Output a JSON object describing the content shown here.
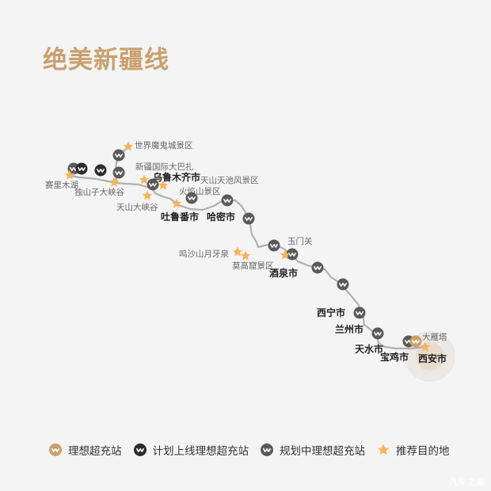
{
  "title": "绝美新疆线",
  "colors": {
    "title": "#c9a06c",
    "route": "#b0b0b0",
    "ideal_station": "#c9a06c",
    "planned_online_station": "#2c2c2c",
    "planning_station": "#5a5a5a",
    "destination_star": "#f8b35a",
    "xian_highlight": "#eadccb"
  },
  "places": {
    "sailimu_lake": "赛里木湖",
    "dushanzi_canyon": "独山子大峡谷",
    "devil_city": "世界魔鬼城景区",
    "xinjiang_bazaar": "新疆国际大巴扎",
    "urumqi": "乌鲁木齐市",
    "tianchi": "天山天池风景区",
    "tianshan_canyon": "天山大峡谷",
    "flaming_mountain": "火焰山景区",
    "turpan": "吐鲁番市",
    "hami": "哈密市",
    "yumen_pass": "玉门关",
    "crescent_spring": "鸣沙山月牙泉",
    "mogao_caves": "莫高窟景区",
    "jiuquan": "酒泉市",
    "xining": "西宁市",
    "lanzhou": "兰州市",
    "tianshui": "天水市",
    "baoji": "宝鸡市",
    "big_goose_pagoda": "大雁塔",
    "xian": "西安市"
  },
  "legend": {
    "ideal_station": "理想超充站",
    "planned_online_station": "计划上线理想超充站",
    "planning_station": "规划中理想超充站",
    "destination": "推荐目的地"
  },
  "watermark": "汽车之家"
}
